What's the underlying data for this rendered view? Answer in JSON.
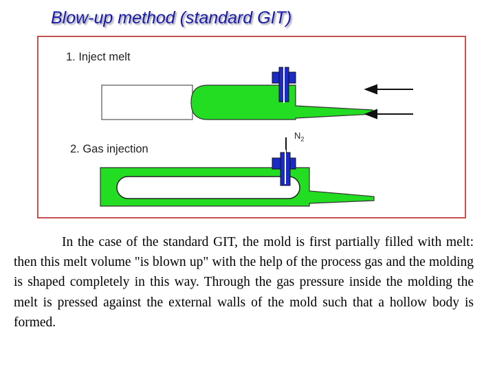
{
  "title": "Blow-up method (standard GIT)",
  "figure": {
    "step1_label": "1. Inject melt",
    "step2_label": "2. Gas injection",
    "gas_label": "N",
    "gas_subscript": "2",
    "colors": {
      "melt": "#22dd22",
      "valve": "#1a2bc8",
      "frame": "#c45050"
    }
  },
  "caption": "In the case of the standard GIT, the mold is first partially filled with melt: then this melt volume \"is blown up\" with the help of the process gas and the molding is shaped completely in this way. Through the gas pressure inside the molding the melt is pressed against the external walls of the mold such that a hollow body is formed."
}
